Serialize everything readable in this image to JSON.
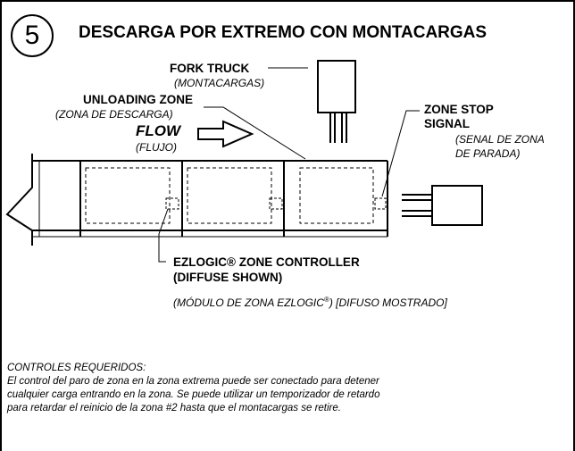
{
  "step_number": "5",
  "title": "DESCARGA POR EXTREMO CON MONTACARGAS",
  "labels": {
    "fork_truck_en": "FORK TRUCK",
    "fork_truck_es": "(MONTACARGAS)",
    "unloading_zone_en": "UNLOADING ZONE",
    "unloading_zone_es": "(ZONA DE DESCARGA)",
    "flow_en": "FLOW",
    "flow_es": "(FLUJO)",
    "zone_stop_en_1": "ZONE STOP",
    "zone_stop_en_2": "SIGNAL",
    "zone_stop_es_1": "(SENAL DE ZONA",
    "zone_stop_es_2": "DE PARADA)",
    "controller_en_1": "EZLOGIC® ZONE CONTROLLER",
    "controller_en_2": "(DIFFUSE SHOWN)",
    "controller_es_a": "(MÓDULO DE ZONA EZLOGIC",
    "controller_es_reg": "®",
    "controller_es_b": ") [DIFUSO MOSTRADO]"
  },
  "notes": {
    "heading": "CONTROLES REQUERIDOS:",
    "line1": "El control del paro de zona en la zona extrema puede ser conectado para detener",
    "line2": "cualquier carga  entrando en la zona.  Se puede utilizar un temporizador de retardo",
    "line3": "para retardar el reinicio de la zona #2 hasta que el montacargas se retire."
  }
}
